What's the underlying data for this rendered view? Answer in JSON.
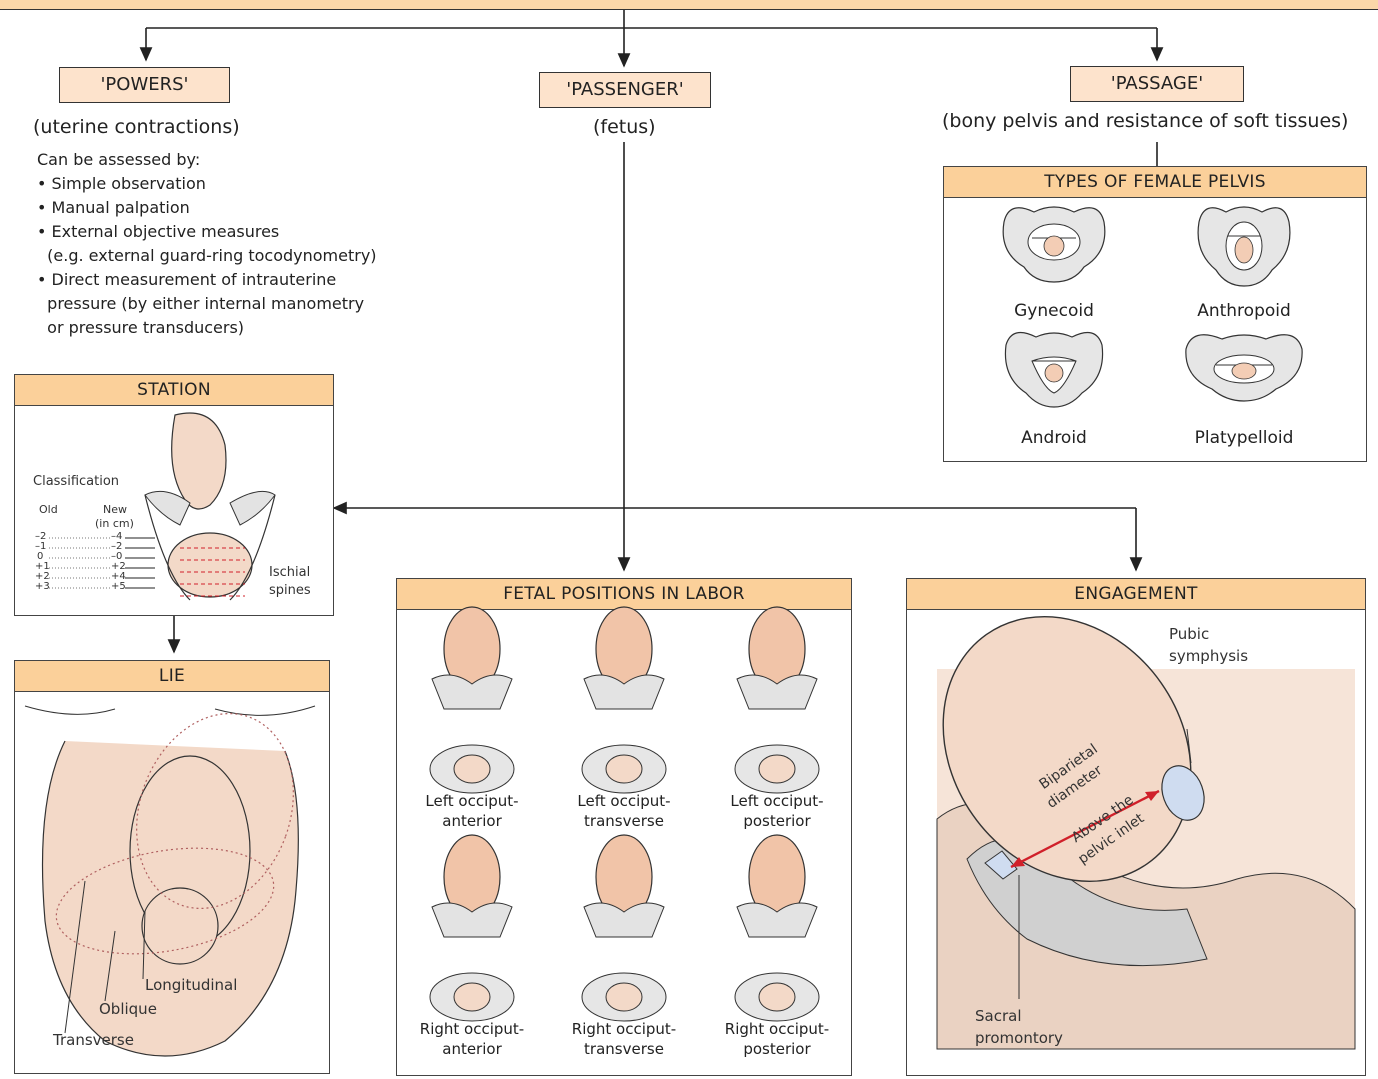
{
  "powers": {
    "title": "'POWERS'",
    "subtitle": "(uterine contractions)",
    "assess_heading": "Can be assessed by:",
    "items": [
      "• Simple observation",
      "• Manual palpation",
      "• External objective measures",
      "  (e.g. external guard-ring tocodynometry)",
      "• Direct measurement of intrauterine",
      "  pressure (by either internal manometry",
      "  or pressure transducers)"
    ]
  },
  "passenger": {
    "title": "'PASSENGER'",
    "subtitle": "(fetus)"
  },
  "passage": {
    "title": "'PASSAGE'",
    "subtitle": "(bony pelvis and resistance of soft tissues)"
  },
  "pelvis_types": {
    "header": "TYPES OF FEMALE PELVIS",
    "types": [
      "Gynecoid",
      "Anthropoid",
      "Android",
      "Platypelloid"
    ]
  },
  "station": {
    "header": "STATION",
    "classification": "Classification",
    "old_label": "Old",
    "new_label": "New",
    "new_unit": "(in cm)",
    "rows": [
      {
        "old": "–2",
        "new": "–4"
      },
      {
        "old": "–1",
        "new": "–2"
      },
      {
        "old": "0",
        "new": "–0"
      },
      {
        "old": "+1",
        "new": "+2"
      },
      {
        "old": "+2",
        "new": "+4"
      },
      {
        "old": "+3",
        "new": "+5"
      }
    ],
    "spines_label_1": "Ischial",
    "spines_label_2": "spines"
  },
  "lie": {
    "header": "LIE",
    "longitudinal": "Longitudinal",
    "oblique": "Oblique",
    "transverse": "Transverse"
  },
  "fetal_positions": {
    "header": "FETAL POSITIONS IN LABOR",
    "positions": [
      {
        "line1": "Left occiput-",
        "line2": "anterior"
      },
      {
        "line1": "Left occiput-",
        "line2": "transverse"
      },
      {
        "line1": "Left occiput-",
        "line2": "posterior"
      },
      {
        "line1": "Right occiput-",
        "line2": "anterior"
      },
      {
        "line1": "Right occiput-",
        "line2": "transverse"
      },
      {
        "line1": "Right occiput-",
        "line2": "posterior"
      }
    ]
  },
  "engagement": {
    "header": "ENGAGEMENT",
    "pubic_1": "Pubic",
    "pubic_2": "symphysis",
    "biparietal_1": "Biparietal",
    "biparietal_2": "diameter",
    "above_1": "Above the",
    "above_2": "pelvic inlet",
    "sacral_1": "Sacral",
    "sacral_2": "promontory"
  },
  "colors": {
    "header_fill": "#fbd09a",
    "pill_fill": "#fde3cc",
    "skin": "#f3d9c8",
    "bone": "#e3e3e3",
    "arrow_red": "#d0202a"
  }
}
